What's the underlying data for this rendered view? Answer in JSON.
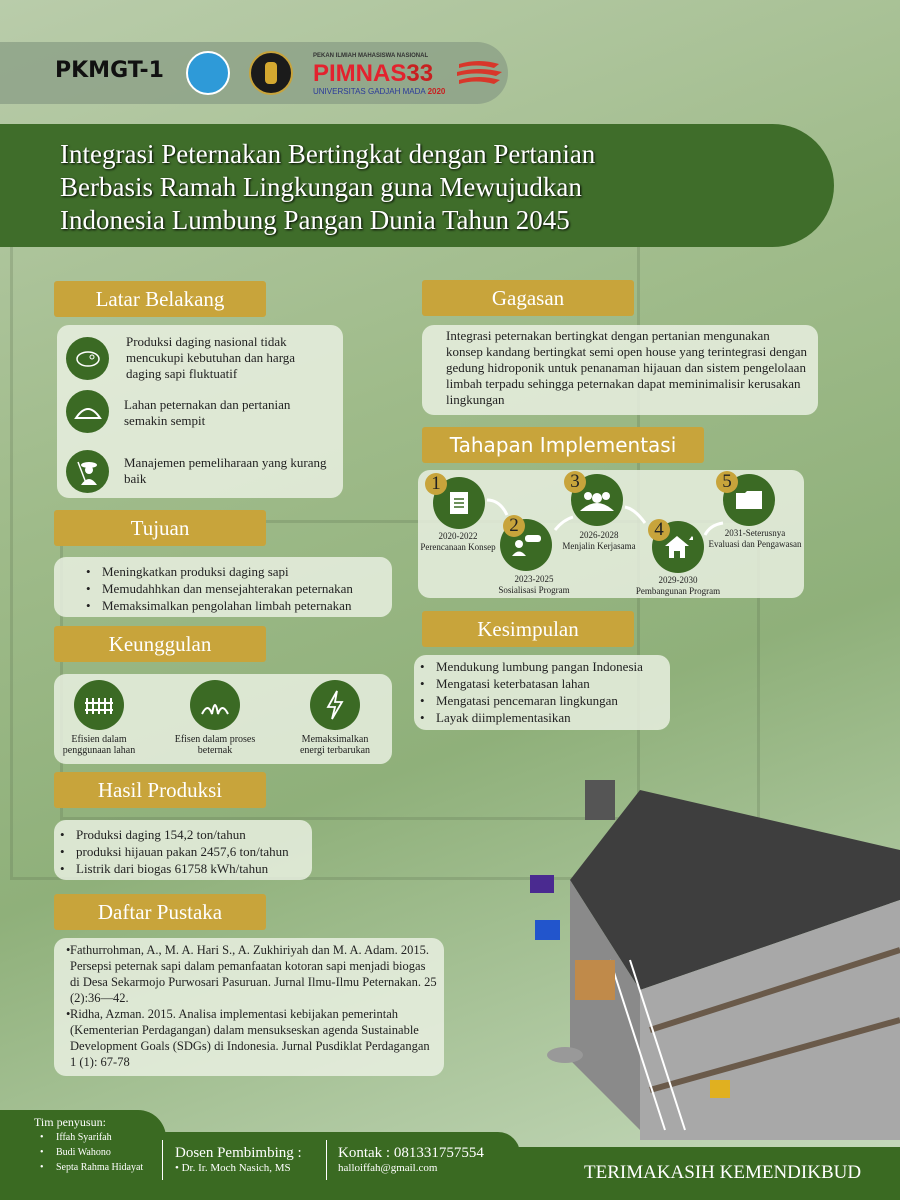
{
  "header": {
    "code": "PKMGT-1",
    "pimnas_top": "PEKAN ILMIAH MAHASISWA NASIONAL",
    "pimnas_name": "PIMNAS",
    "pimnas_num": "33",
    "pimnas_host": "UNIVERSITAS GADJAH MADA",
    "pimnas_year": "2020"
  },
  "title": [
    "Integrasi Peternakan Bertingkat dengan Pertanian",
    "Berbasis Ramah Lingkungan guna Mewujudkan",
    "Indonesia Lumbung Pangan Dunia Tahun 2045"
  ],
  "latar": {
    "heading": "Latar Belakang",
    "items": [
      {
        "icon": "meat-icon",
        "text": "Produksi daging nasional tidak mencukupi kebutuhan dan harga daging sapi fluktuatif"
      },
      {
        "icon": "land-icon",
        "text": "Lahan peternakan dan pertanian semakin sempit"
      },
      {
        "icon": "farmer-icon",
        "text": "Manajemen pemeliharaan yang kurang baik"
      }
    ]
  },
  "tujuan": {
    "heading": "Tujuan",
    "items": [
      "Meningkatkan produksi daging sapi",
      "Memudahhkan dan mensejahterakan peternakan",
      "Memaksimalkan pengolahan limbah peternakan"
    ]
  },
  "keunggulan": {
    "heading": "Keunggulan",
    "items": [
      {
        "icon": "fence-icon",
        "text": "Efisien dalam penggunaan lahan"
      },
      {
        "icon": "grass-icon",
        "text": "Efisen dalam proses beternak"
      },
      {
        "icon": "lightning-icon",
        "text": "Memaksimalkan energi terbarukan"
      }
    ]
  },
  "hasil": {
    "heading": "Hasil Produksi",
    "items": [
      "Produksi daging 154,2 ton/tahun",
      "produksi hijauan pakan 2457,6 ton/tahun",
      "Listrik dari biogas 61758 kWh/tahun"
    ]
  },
  "pustaka": {
    "heading": "Daftar Pustaka",
    "items": [
      "Fathurrohman, A., M. A. Hari S., A. Zukhiriyah dan M. A. Adam. 2015. Persepsi peternak sapi dalam pemanfaatan kotoran sapi menjadi biogas di Desa Sekarmojo Purwosari Pasuruan. Jurnal Ilmu-Ilmu Peternakan. 25 (2):36—42.",
      "Ridha, Azman. 2015. Analisa implementasi kebijakan pemerintah (Kementerian Perdagangan) dalam mensukseskan agenda Sustainable Development Goals (SDGs) di Indonesia. Jurnal Pusdiklat Perdagangan 1 (1): 67-78"
    ]
  },
  "gagasan": {
    "heading": "Gagasan",
    "text": "Integrasi peternakan bertingkat dengan pertanian mengunakan konsep kandang  bertingkat semi open house yang terintegrasi dengan gedung hidroponik untuk penanaman hijauan dan sistem pengelolaan limbah terpadu sehingga  peternakan dapat meminimalisir kerusakan lingkungan"
  },
  "tahapan": {
    "heading": "Tahapan Implementasi",
    "steps": [
      {
        "n": "1",
        "years": "2020-2022",
        "label": "Perencanaan Konsep"
      },
      {
        "n": "2",
        "years": "2023-2025",
        "label": "Sosialisasi Program"
      },
      {
        "n": "3",
        "years": "2026-2028",
        "label": "Menjalin Kerjasama"
      },
      {
        "n": "4",
        "years": "2029-2030",
        "label": "Pembangunan Program"
      },
      {
        "n": "5",
        "years": "2031-Seterusnya",
        "label": "Evaluasi dan Pengawasan"
      }
    ]
  },
  "kesimpulan": {
    "heading": "Kesimpulan",
    "items": [
      "Mendukung lumbung pangan Indonesia",
      "Mengatasi keterbatasan lahan",
      "Mengatasi pencemaran lingkungan",
      "Layak diimplementasikan"
    ]
  },
  "footer": {
    "team_label": "Tim penyusun:",
    "team": [
      "Iffah Syarifah",
      "Budi Wahono",
      "Septa Rahma Hidayat"
    ],
    "advisor_label": "Dosen Pembimbing :",
    "advisor": "• Dr. Ir. Moch Nasich, MS",
    "contact": "Kontak : 081331757554",
    "email": "halloiffah@gmail.com",
    "thanks": "TERIMAKASIH KEMENDIKBUD"
  },
  "colors": {
    "green": "#3b6a24",
    "gold": "#c8a43b"
  }
}
